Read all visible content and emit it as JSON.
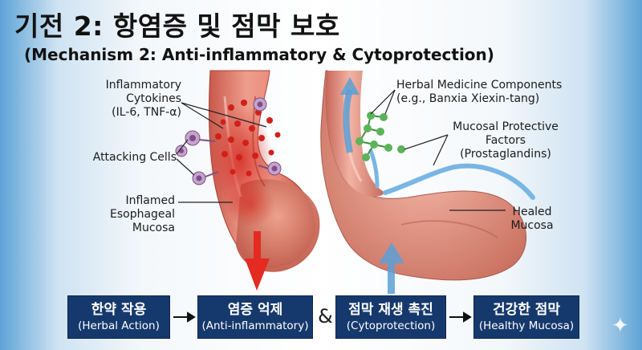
{
  "title_ko": "기전 2: 항염증 및 점막 보호",
  "title_en": "(Mechanism 2: Anti-inflammatory & Cytoprotection)",
  "labels": {
    "cytokines": [
      "Inflammatory",
      "Cytokines",
      "(IL-6, TNF-α)"
    ],
    "attacking_cells": "Attacking Cells",
    "inflamed": [
      "Inflamed",
      "Esophageal",
      "Mucosa"
    ],
    "herbal_components": [
      "Herbal Medicine Components",
      "(e.g., Banxia Xiexin-tang)"
    ],
    "protective_factors": [
      "Mucosal Protective",
      "Factors",
      "(Prostaglandins)"
    ],
    "healed": [
      "Healed",
      "Mucosa"
    ]
  },
  "flow": {
    "steps": [
      {
        "ko": "한약 작용",
        "en": "(Herbal Action)"
      },
      {
        "ko": "염증 억제",
        "en": "(Anti-inflammatory)"
      },
      {
        "ko": "점막 재생 촉진",
        "en": "(Cytoprotection)"
      },
      {
        "ko": "건강한 점막",
        "en": "(Healthy Mucosa)"
      }
    ],
    "arrow_symbol": "→",
    "and_symbol": "&"
  },
  "colors": {
    "flow_box": "#16396d",
    "inflammation_arrow": "#e32b22",
    "protection_arrow": "#5aa0d6",
    "herbal_molecule": "#5cb35a",
    "protective_layer": "#79b6e4"
  },
  "icons": {
    "sparkle": "✦"
  }
}
